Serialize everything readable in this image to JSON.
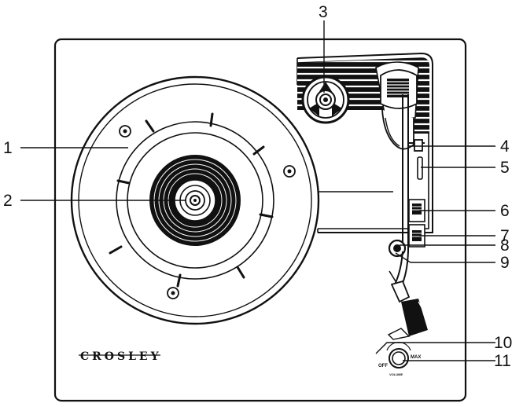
{
  "brand": "CROSLEY",
  "knob": {
    "off_label": "OFF",
    "max_label": "MAX",
    "volume_label": "VOLUME"
  },
  "callouts": [
    "1",
    "2",
    "3",
    "4",
    "5",
    "6",
    "7",
    "8",
    "9",
    "10",
    "11"
  ]
}
